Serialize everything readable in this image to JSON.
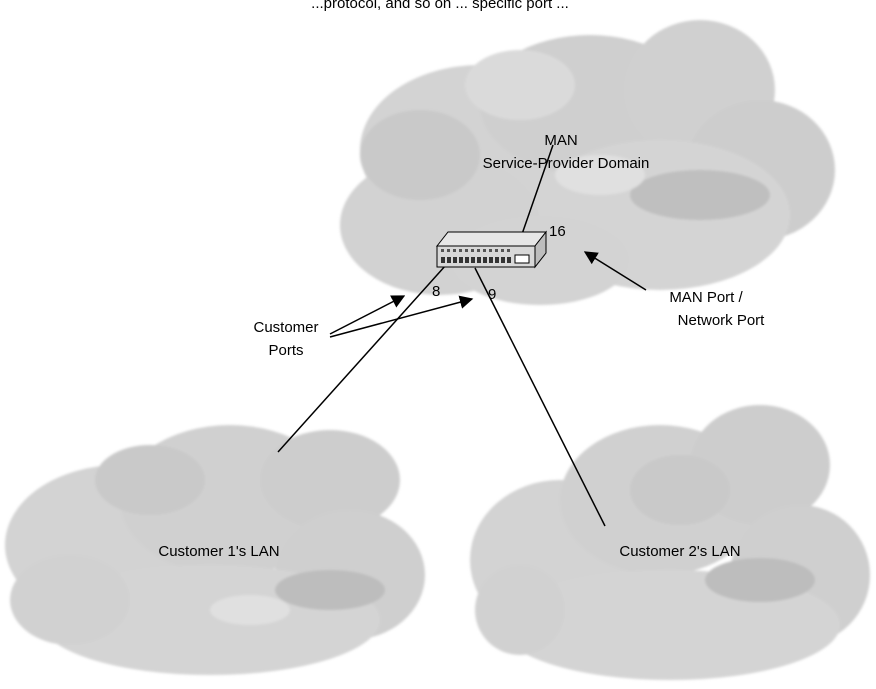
{
  "top_caption": "...protocol, and so on ... specific port ...",
  "man_cloud": {
    "label_line1": "MAN",
    "label_line2": "Service-Provider Domain"
  },
  "switch": {
    "name": "switch-device",
    "port_labels": {
      "top_right": "16",
      "left": "8",
      "right": "9"
    }
  },
  "callouts": {
    "customer_ports_line1": "Customer",
    "customer_ports_line2": "Ports",
    "man_port_line1": "MAN Port /",
    "man_port_line2": "Network Port"
  },
  "lans": [
    {
      "label": "Customer 1's LAN"
    },
    {
      "label": "Customer 2's LAN"
    }
  ],
  "colors": {
    "cloud_fill": "#cfcfcf",
    "cloud_fill_light": "#e2e2e2",
    "line": "#000000",
    "switch_body": "#d8d8d8"
  }
}
